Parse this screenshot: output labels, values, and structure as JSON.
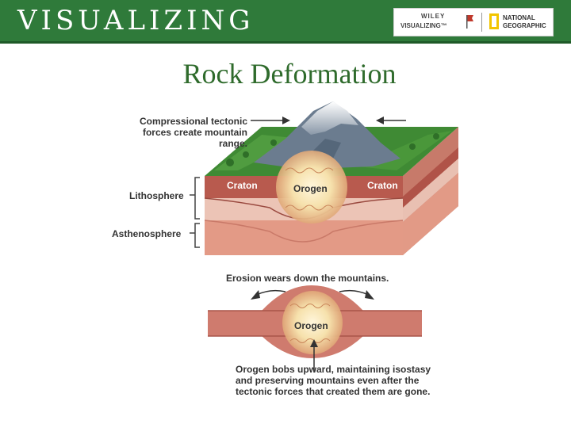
{
  "banner": {
    "title": "VISUALIZING",
    "publisher_logo_text": "WILEY\nVISUALIZING",
    "partner_logo_text": "NATIONAL GEOGRAPHIC"
  },
  "slide": {
    "title": "Rock Deformation"
  },
  "diagram": {
    "compression_label": "Compressional tectonic forces create mountain range.",
    "lithosphere_label": "Lithosphere",
    "asthenosphere_label": "Asthenosphere",
    "craton_left_label": "Craton",
    "orogen_top_label": "Orogen",
    "craton_right_label": "Craton",
    "erosion_label": "Erosion wears down the mountains.",
    "orogen_bottom_label": "Orogen",
    "caption": "Orogen bobs upward, maintaining isostasy and preserving mountains even after the tectonic forces that created them are gone."
  },
  "colors": {
    "banner_green": "#2f7a3a",
    "title_green": "#2f6b2c",
    "crust_red": "#b85a4e",
    "mantle_pink": "#e8b4a6",
    "asthenosphere_salmon": "#e39a86",
    "orogen_glow": "#f6e3b4",
    "forest_green": "#3f8a34"
  }
}
